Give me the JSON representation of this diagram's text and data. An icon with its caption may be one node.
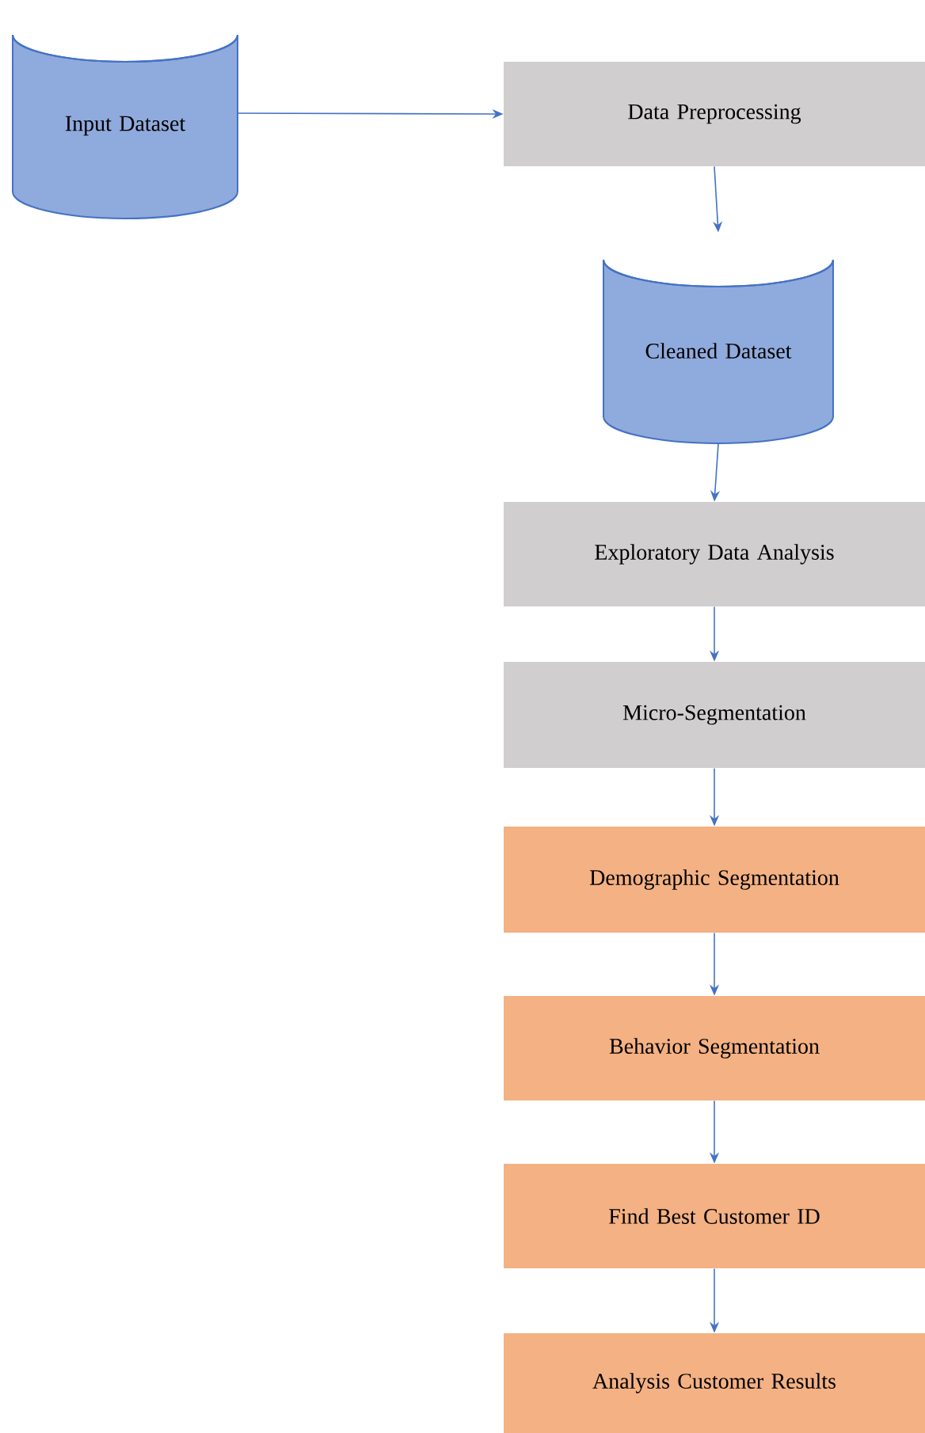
{
  "diagram": {
    "nodes": [
      {
        "text": [
          "Input Dataset"
        ]
      },
      {
        "text": [
          "Data Preprocessing"
        ]
      },
      {
        "text": [
          "Cleaned Dataset"
        ]
      },
      {
        "text": [
          "Exploratory Data Analysis"
        ]
      },
      {
        "text": [
          "Micro-Segmentation"
        ]
      },
      {
        "text": [
          "Demographic Segmentation"
        ]
      },
      {
        "text": [
          "Behavior Segmentation"
        ]
      },
      {
        "text": [
          "Find Best Customer ID"
        ]
      },
      {
        "text": [
          "Analysis Customer Results"
        ]
      }
    ],
    "edges": [
      {
        "from": 0,
        "to": 1,
        "arrow": "to"
      },
      {
        "from": 1,
        "to": 2,
        "arrow": "to"
      },
      {
        "from": 2,
        "to": 3,
        "arrow": "to"
      },
      {
        "from": 3,
        "to": 4,
        "arrow": "to"
      },
      {
        "from": 4,
        "to": 5,
        "arrow": "to"
      },
      {
        "from": 5,
        "to": 6,
        "arrow": "to"
      },
      {
        "from": 6,
        "to": 7,
        "arrow": "to"
      },
      {
        "from": 7,
        "to": 8,
        "arrow": "to"
      }
    ]
  }
}
